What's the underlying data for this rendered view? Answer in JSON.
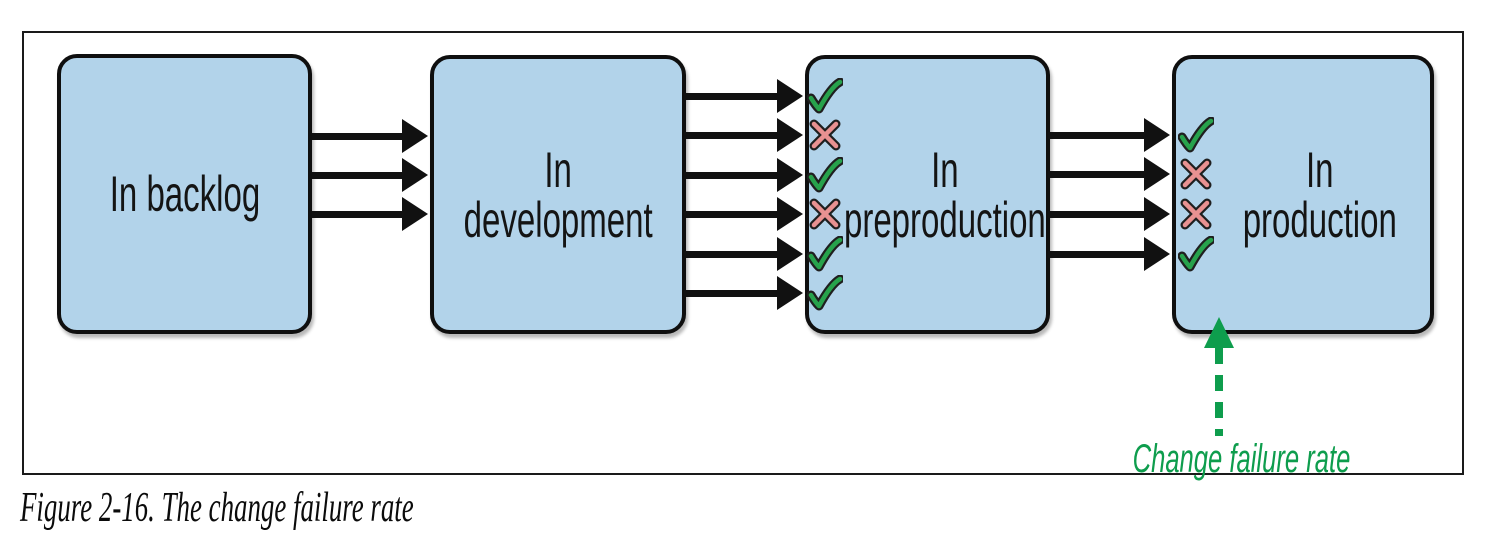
{
  "figure": {
    "caption": "Figure 2-16. The change failure rate"
  },
  "diagram": {
    "stages": [
      {
        "label": "In backlog"
      },
      {
        "label": "In development"
      },
      {
        "label": "In preproduction"
      },
      {
        "label": "In production"
      }
    ],
    "flows": [
      {
        "from_stage": "In backlog",
        "to_stage": "In development",
        "arrow_count": 3,
        "marks": []
      },
      {
        "from_stage": "In development",
        "to_stage": "In preproduction",
        "arrow_count": 6,
        "marks": [
          "check",
          "cross",
          "check",
          "cross",
          "check",
          "check"
        ]
      },
      {
        "from_stage": "In preproduction",
        "to_stage": "In production",
        "arrow_count": 4,
        "marks": [
          "check",
          "cross",
          "cross",
          "check"
        ]
      }
    ],
    "annotation": {
      "label": "Change failure rate"
    },
    "colors": {
      "box_fill": "#b2d3ea",
      "box_border": "#0f0f0f",
      "arrow": "#111111",
      "check": "#27a24c",
      "cross": "#e89191",
      "mark_outline": "#1f1f1f",
      "annotation_green": "#0e9d4d"
    }
  }
}
